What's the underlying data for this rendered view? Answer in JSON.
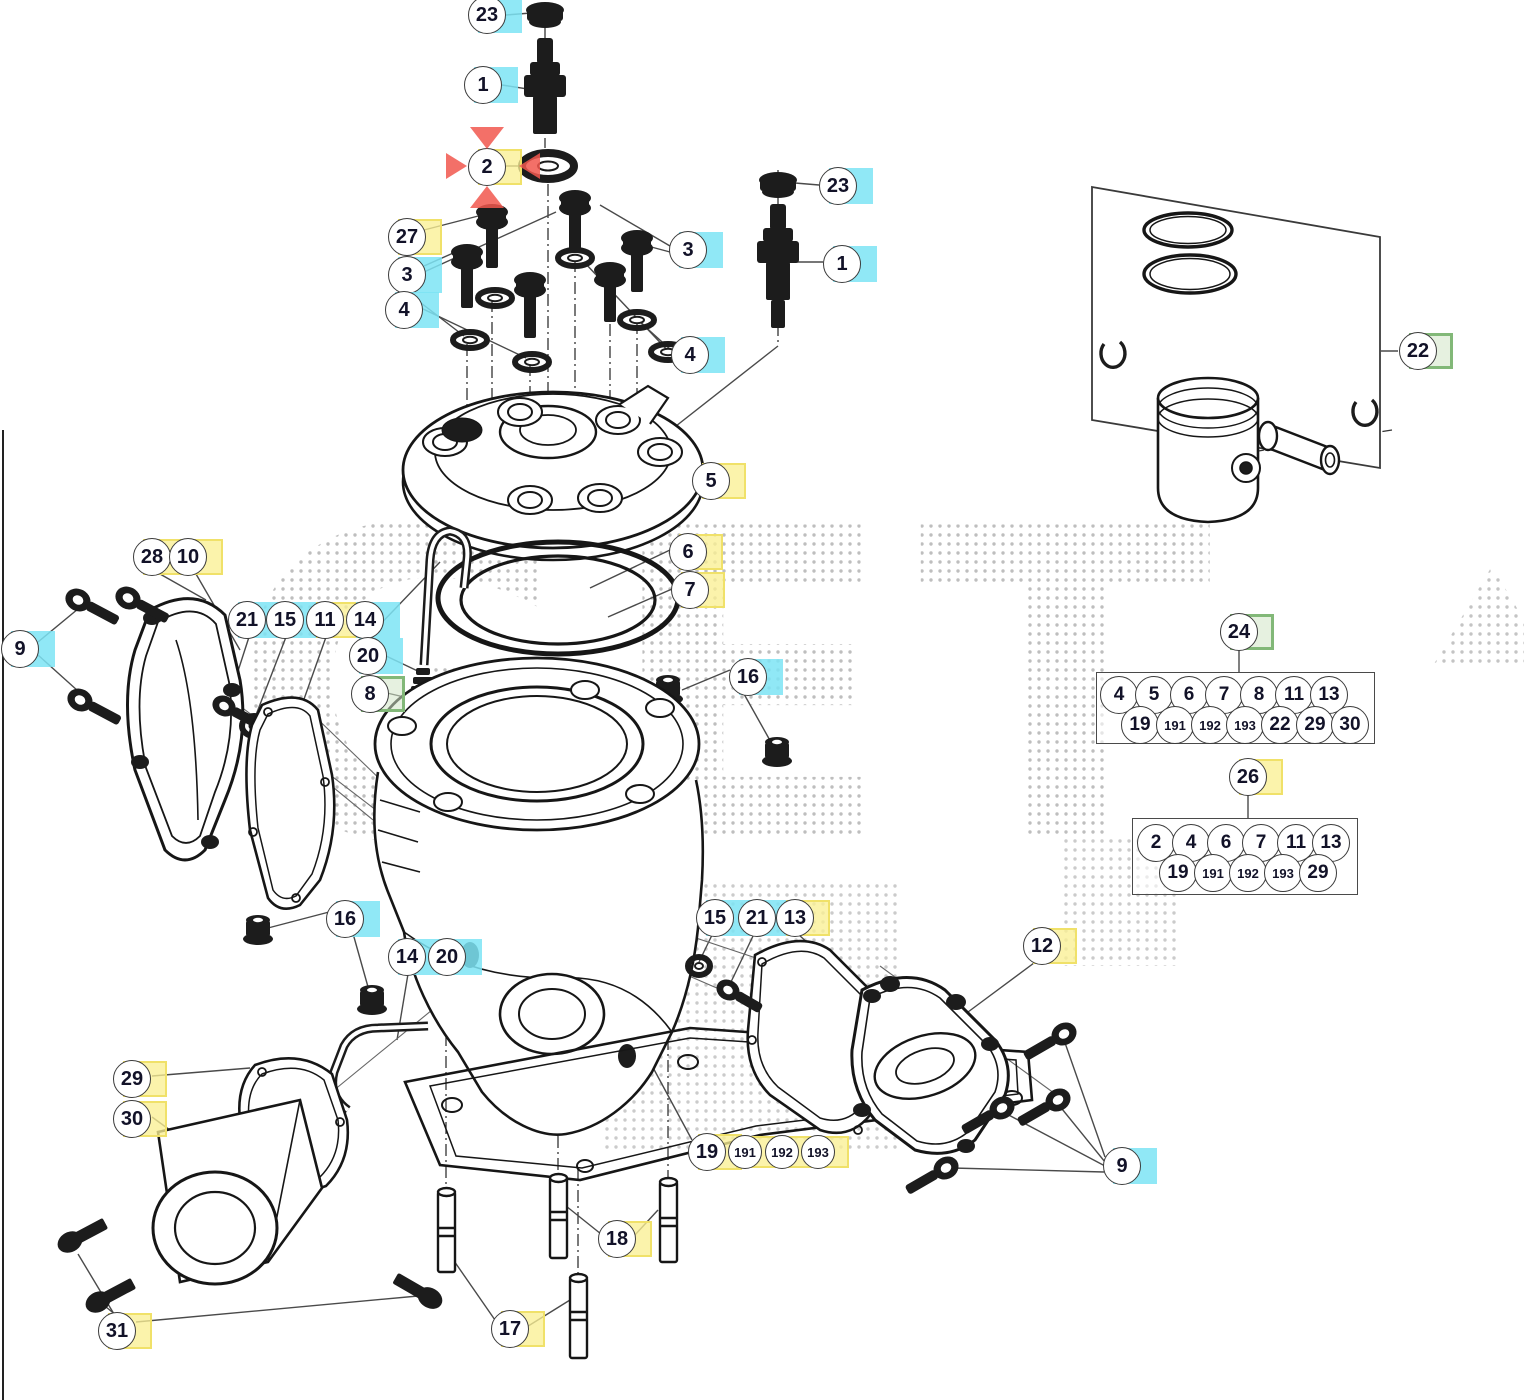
{
  "watermark": {
    "text": "GET"
  },
  "selection": {
    "target_callout": "2",
    "marker_color": "#f1574d"
  },
  "highlight_colors": {
    "cyan": "#7de4f5",
    "yellow": "#faf094",
    "green": "#82b878"
  },
  "callouts": [
    {
      "text": "23",
      "color": "cyan"
    },
    {
      "text": "1",
      "color": "cyan"
    },
    {
      "text": "2",
      "color": "yellow",
      "selected": true
    },
    {
      "text": "27",
      "color": "yellow"
    },
    {
      "text": "3",
      "color": "cyan"
    },
    {
      "text": "4",
      "color": "cyan"
    },
    {
      "text": "3",
      "color": "cyan"
    },
    {
      "text": "4",
      "color": "cyan"
    },
    {
      "text": "23",
      "color": "cyan"
    },
    {
      "text": "1",
      "color": "cyan"
    },
    {
      "text": "22",
      "color": "green"
    },
    {
      "text": "5",
      "color": "yellow"
    },
    {
      "text": "6",
      "color": "yellow"
    },
    {
      "text": "7",
      "color": "yellow"
    },
    {
      "text": "28",
      "color": "yellow"
    },
    {
      "text": "10",
      "color": "yellow"
    },
    {
      "text": "9",
      "color": "cyan"
    },
    {
      "text": "21",
      "color": "cyan"
    },
    {
      "text": "15",
      "color": "cyan"
    },
    {
      "text": "11",
      "color": "yellow"
    },
    {
      "text": "14",
      "color": "cyan"
    },
    {
      "text": "20",
      "color": "cyan"
    },
    {
      "text": "8",
      "color": "green"
    },
    {
      "text": "16",
      "color": "cyan"
    },
    {
      "text": "16",
      "color": "cyan"
    },
    {
      "text": "14",
      "color": "cyan"
    },
    {
      "text": "20",
      "color": "cyan"
    },
    {
      "text": "15",
      "color": "cyan"
    },
    {
      "text": "21",
      "color": "cyan"
    },
    {
      "text": "13",
      "color": "yellow"
    },
    {
      "text": "12",
      "color": "yellow"
    },
    {
      "text": "29",
      "color": "yellow"
    },
    {
      "text": "30",
      "color": "yellow"
    },
    {
      "text": "31",
      "color": "yellow"
    },
    {
      "text": "19",
      "color": "yellow"
    },
    {
      "text": "191",
      "color": "yellow"
    },
    {
      "text": "192",
      "color": "yellow"
    },
    {
      "text": "193",
      "color": "yellow"
    },
    {
      "text": "18",
      "color": "yellow"
    },
    {
      "text": "17",
      "color": "yellow"
    },
    {
      "text": "9",
      "color": "cyan"
    }
  ],
  "groups": {
    "g24": {
      "label": "24",
      "color": "green",
      "rows": [
        [
          "4",
          "5",
          "6",
          "7",
          "8",
          "11",
          "13"
        ],
        [
          "19",
          "191",
          "192",
          "193",
          "22",
          "29",
          "30"
        ]
      ]
    },
    "g26": {
      "label": "26",
      "color": "yellow",
      "rows": [
        [
          "2",
          "4",
          "6",
          "7",
          "11",
          "13"
        ],
        [
          "19",
          "191",
          "192",
          "193",
          "29"
        ]
      ]
    }
  }
}
